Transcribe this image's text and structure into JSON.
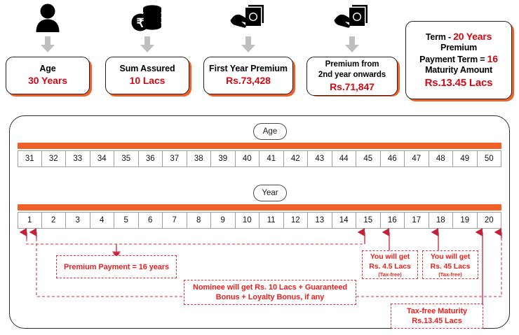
{
  "cards": [
    {
      "icon": "person-icon",
      "label": "Age",
      "value": "30 Years"
    },
    {
      "icon": "coins-rupee-icon",
      "label": "Sum Assured",
      "value": "10 Lacs"
    },
    {
      "icon": "hand-cash-icon",
      "label": "First Year Premium",
      "value": "Rs.73,428"
    },
    {
      "icon": "hand-cash-icon",
      "label_line1": "Premium from",
      "label_line2": "2nd year onwards",
      "value": "Rs.71,847"
    }
  ],
  "summary_card": {
    "term_label": "Term  - ",
    "term_value": "20 Years",
    "premium_label": "Premium",
    "ppt_label": "Payment Term = ",
    "ppt_value": "16",
    "maturity_label": "Maturity Amount",
    "maturity_value": "Rs.13.45 Lacs"
  },
  "timeline": {
    "age_pill": "Age",
    "year_pill": "Year",
    "ages": [
      "31",
      "32",
      "33",
      "34",
      "35",
      "36",
      "37",
      "38",
      "39",
      "40",
      "41",
      "42",
      "43",
      "44",
      "45",
      "46",
      "47",
      "48",
      "49",
      "50"
    ],
    "years": [
      "1",
      "2",
      "3",
      "4",
      "5",
      "6",
      "7",
      "8",
      "9",
      "10",
      "11",
      "12",
      "13",
      "14",
      "15",
      "16",
      "17",
      "18",
      "19",
      "20"
    ]
  },
  "callouts": {
    "premium_payment": {
      "text": "Premium Payment = 16 years"
    },
    "nominee": {
      "line1": "Nominee will get Rs. 10 Lacs + Guaranteed",
      "line2": "Bonus + Loyalty Bonus, if any"
    },
    "payout_16": {
      "line1": "You will get",
      "line2": "Rs. 4.5 Lacs",
      "note": "(Tax-free)"
    },
    "payout_18": {
      "line1": "You will get",
      "line2": "Rs. 45 Lacs",
      "note": "(Tax-free)"
    },
    "maturity": {
      "line1": "Tax-free Maturity",
      "line2": "Rs.13.45 Lacs"
    }
  },
  "colors": {
    "orange": "#f0612a",
    "red": "#cf0a15",
    "callout_red": "#e5221f",
    "dash_red": "#e0323c",
    "arrow_red": "#c2233c",
    "cell_border": "#9e9e9e",
    "panel_border": "#2b2b2b"
  }
}
